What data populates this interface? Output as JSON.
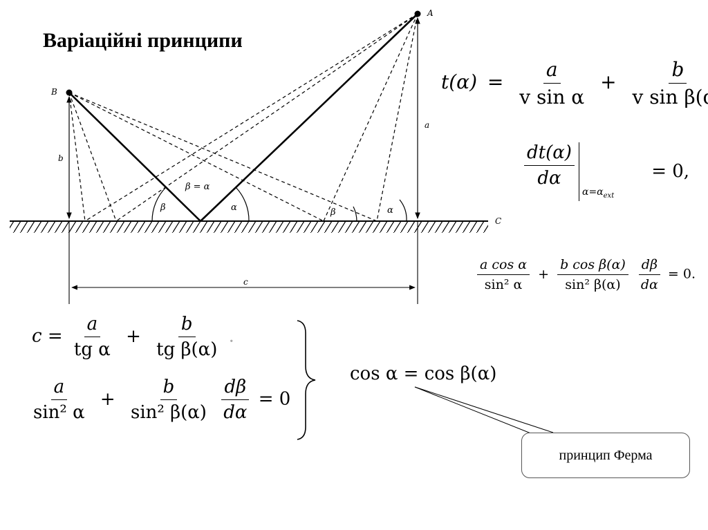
{
  "title": "Варіаційні принципи",
  "figure": {
    "point_a": "A",
    "point_b": "B",
    "point_c": "C",
    "height_a": "a",
    "height_b": "b",
    "distance_c": "c",
    "angle_beta_eq_alpha": "β = α",
    "angle_alpha": "α",
    "angle_beta": "β"
  },
  "formulas": {
    "t_lhs": "t(α)",
    "t_eq": "=",
    "t_num1": "a",
    "t_den1": "v sin α",
    "t_plus": "+",
    "t_num2": "b",
    "t_den2": "v sin β(α)",
    "d_num": "dt(α)",
    "d_den": "dα",
    "d_sub": "α=α",
    "d_subsub": "ext",
    "d_rhs": "= 0,",
    "cos_num1": "a cos α",
    "cos_den1": "sin² α",
    "cos_plus": "+",
    "cos_num2": "b cos β(α)",
    "cos_den2": "sin² β(α)",
    "cos_dnum": "dβ",
    "cos_dden": "dα",
    "cos_rhs": "= 0.",
    "c_lhs": "c =",
    "c_num1": "a",
    "c_den1": "tg α",
    "c_plus": "+",
    "c_num2": "b",
    "c_den2": "tg β(α)",
    "c_end": ".",
    "s_num1": "a",
    "s_den1": "sin² α",
    "s_plus": "+",
    "s_num2": "b",
    "s_den2": "sin² β(α)",
    "s_dnum": "dβ",
    "s_dden": "dα",
    "s_rhs": "= 0",
    "result": "cos α = cos β(α)"
  },
  "fermat_label": "принцип Ферма"
}
